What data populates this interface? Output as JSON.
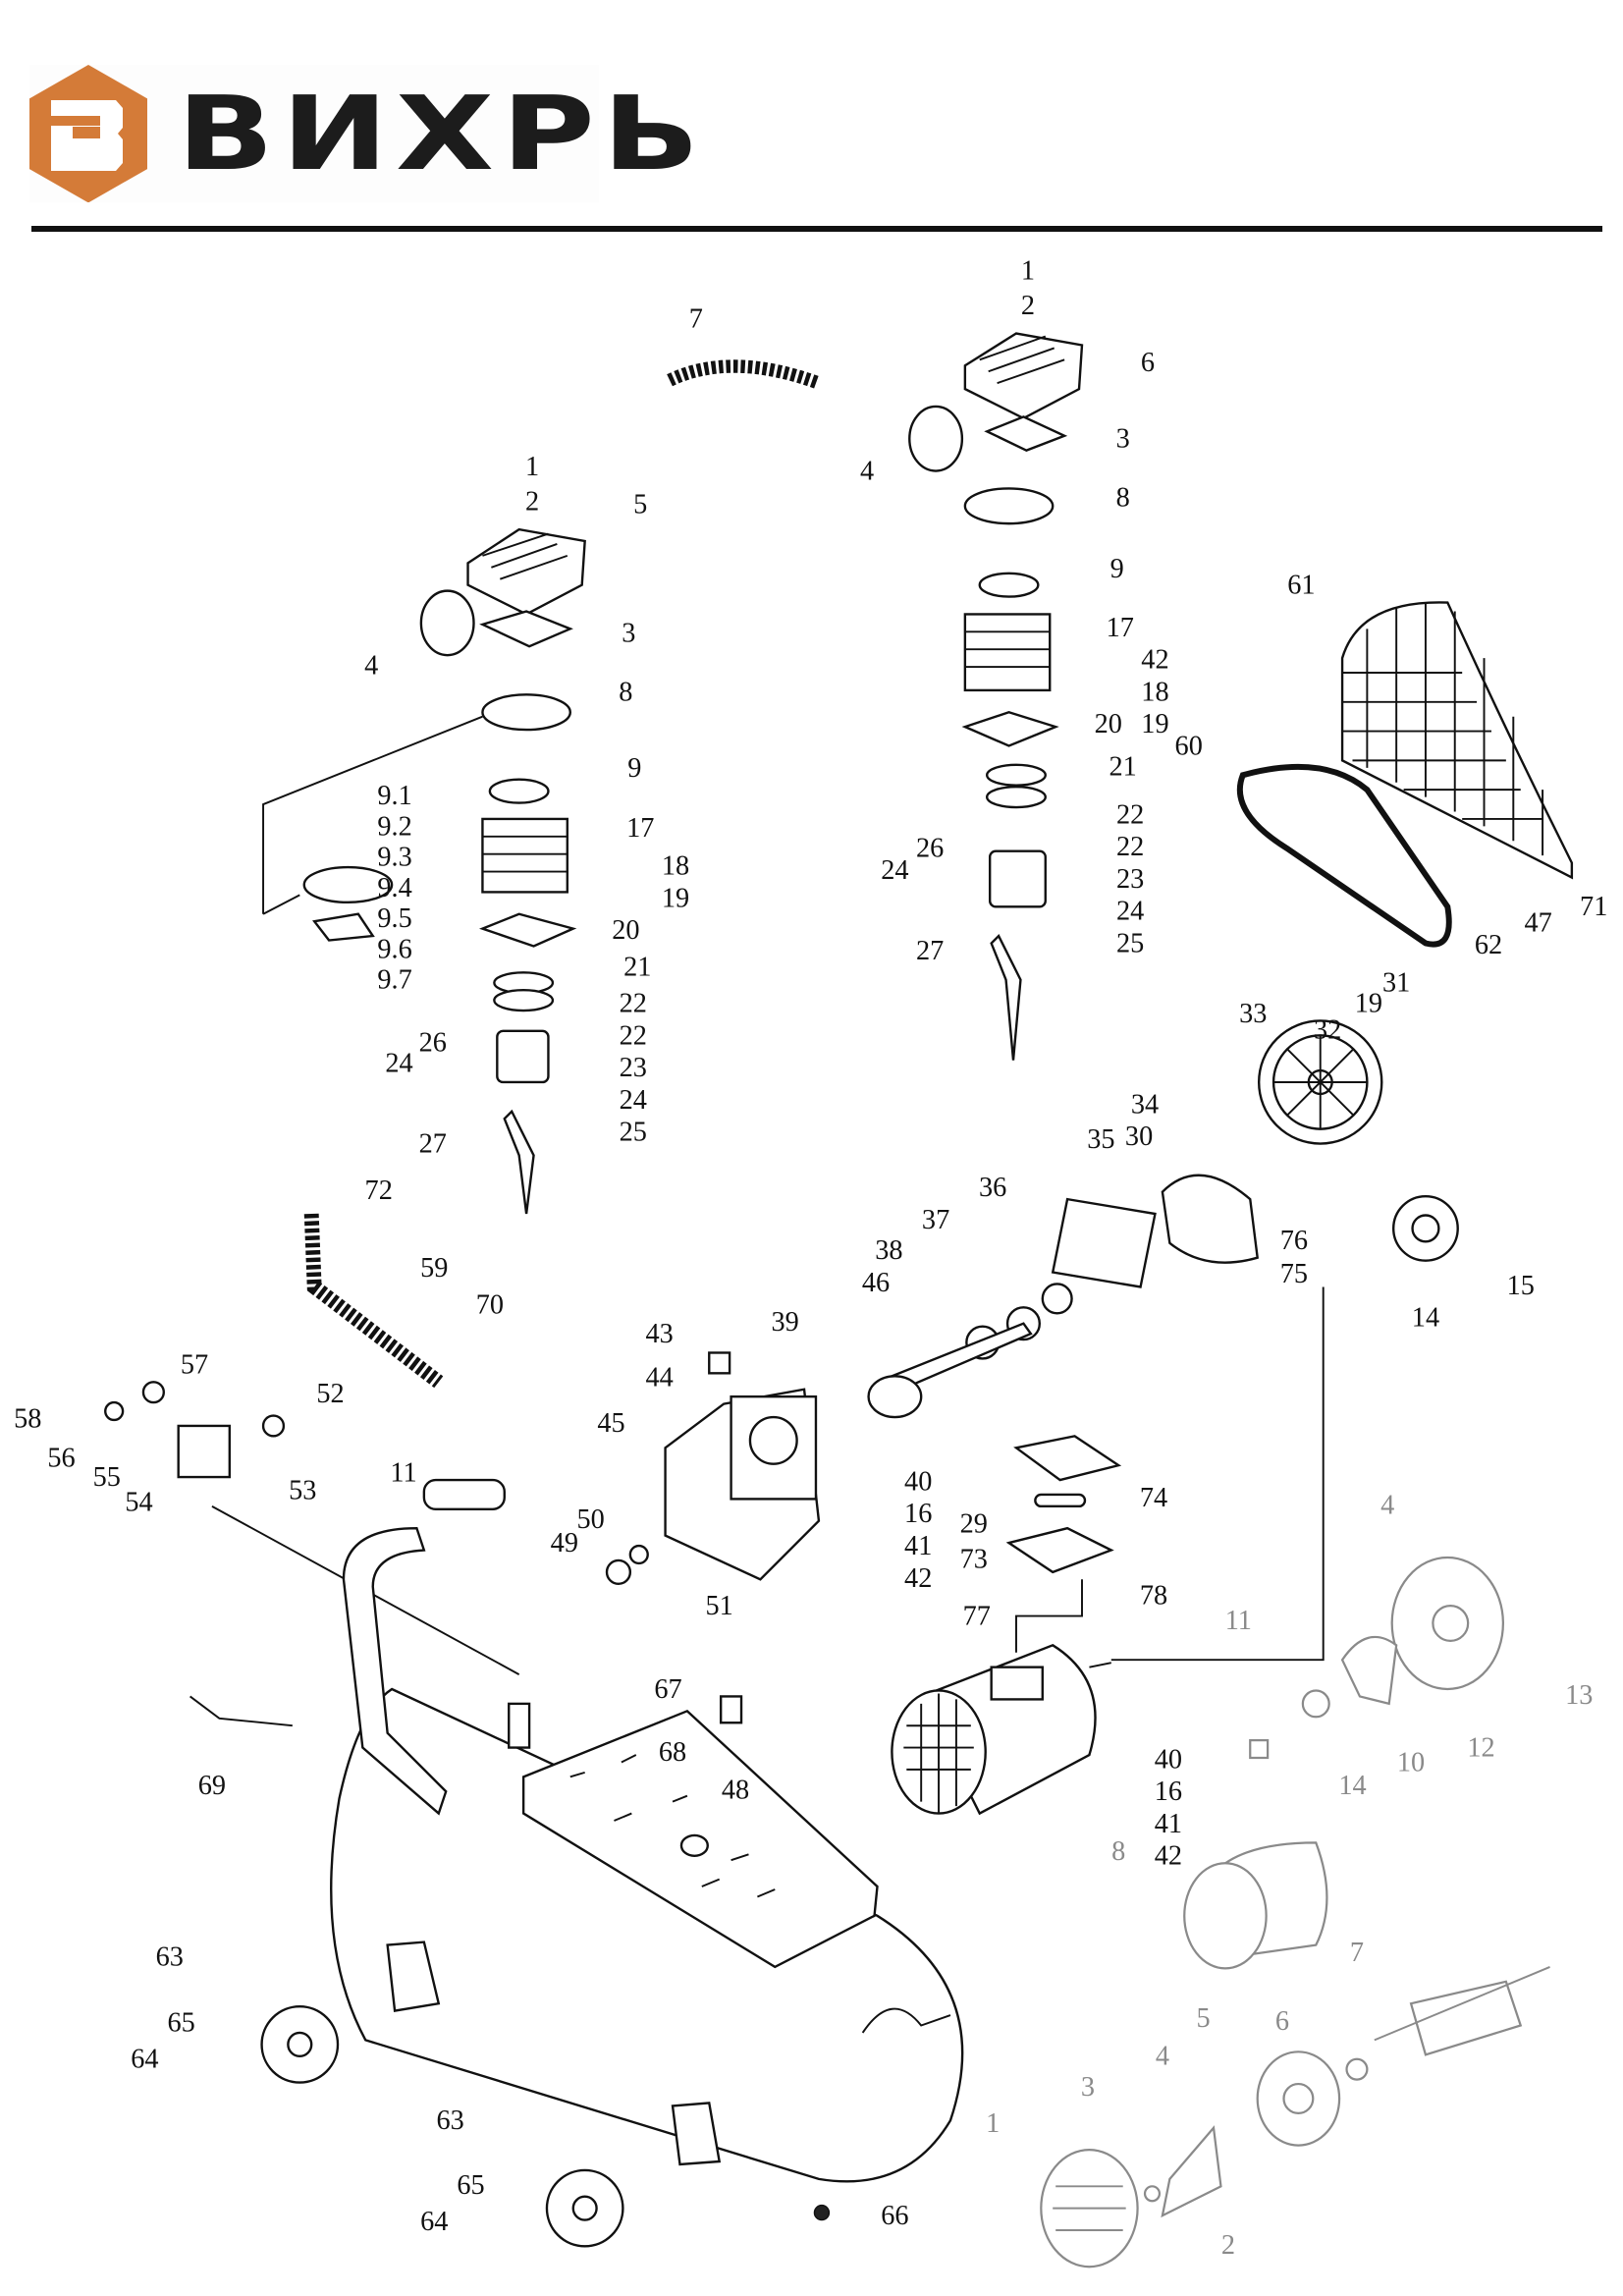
{
  "brand": {
    "name": "ВИХРЬ",
    "accent_color": "#D47B38",
    "text_color": "#1C1C1C"
  },
  "diagram": {
    "label_color": "#111111",
    "motor_label_color": "#8A8A8A",
    "labels": [
      "1",
      "2",
      "5",
      "3",
      "4",
      "8",
      "9",
      "17",
      "18",
      "19",
      "20",
      "21",
      "22",
      "22",
      "23",
      "24",
      "26",
      "24",
      "25",
      "27",
      "9.1",
      "9.2",
      "9.3",
      "9.4",
      "9.5",
      "9.6",
      "9.7",
      "7",
      "1",
      "2",
      "6",
      "3",
      "4",
      "8",
      "9",
      "17",
      "42",
      "18",
      "19",
      "20",
      "21",
      "22",
      "22",
      "26",
      "24",
      "23",
      "24",
      "25",
      "27",
      "61",
      "60",
      "71",
      "47",
      "62",
      "33",
      "32",
      "19",
      "31",
      "34",
      "35",
      "30",
      "36",
      "37",
      "38",
      "46",
      "76",
      "75",
      "15",
      "14",
      "72",
      "59",
      "70",
      "43",
      "44",
      "39",
      "45",
      "57",
      "52",
      "58",
      "56",
      "55",
      "54",
      "53",
      "11",
      "40",
      "16",
      "41",
      "42",
      "50",
      "49",
      "51",
      "74",
      "29",
      "73",
      "78",
      "77",
      "67",
      "68",
      "48",
      "69",
      "40",
      "16",
      "41",
      "42",
      "63",
      "65",
      "64",
      "63",
      "65",
      "64",
      "66"
    ],
    "motor_labels": [
      "4",
      "11",
      "13",
      "12",
      "10",
      "14",
      "8",
      "7",
      "5",
      "6",
      "4",
      "3",
      "1",
      "2"
    ]
  }
}
